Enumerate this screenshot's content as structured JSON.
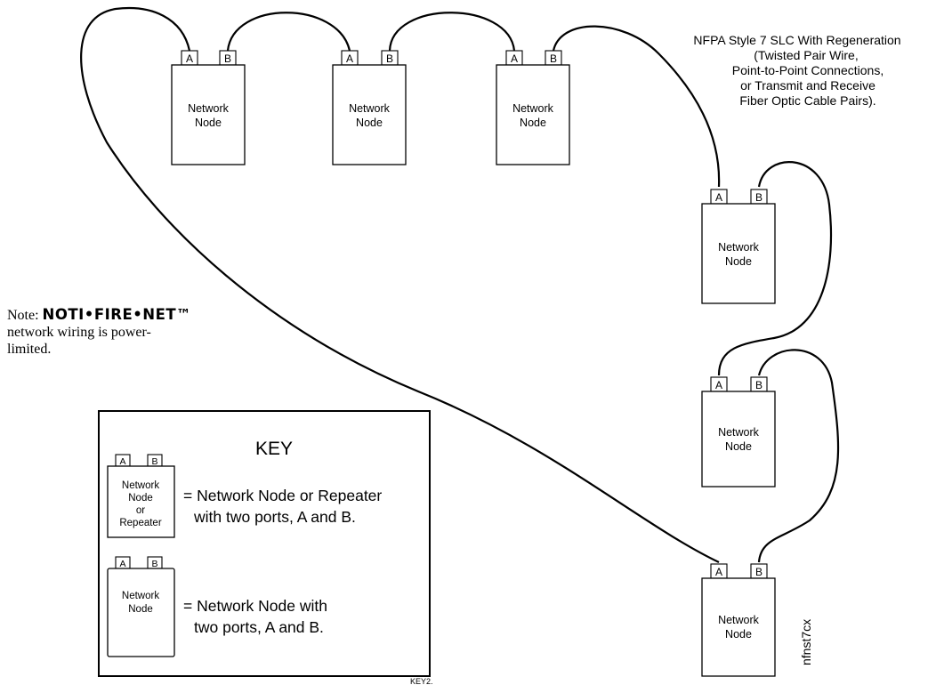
{
  "annotation": {
    "lines": [
      "NFPA Style 7 SLC With Regeneration",
      "(Twisted Pair Wire,",
      "Point-to-Point Connections,",
      "or Transmit and Receive",
      "Fiber Optic Cable Pairs)."
    ]
  },
  "node_label": [
    "Network",
    "Node"
  ],
  "port_a": "A",
  "port_b": "B",
  "note": {
    "prefix": "Note: ",
    "brand": "NOTI•FIRE•NET™",
    "line2": "network wiring is power-",
    "line3": "limited."
  },
  "key": {
    "title": "KEY",
    "item1_box_label": [
      "Network",
      "Node",
      "or",
      "Repeater"
    ],
    "item1_desc": [
      "= Network Node or Repeater",
      "with two ports, A and B."
    ],
    "item2_box_label": [
      "Network",
      "Node"
    ],
    "item2_desc": [
      "= Network Node with",
      "two ports, A and B."
    ],
    "code": "KEY2."
  },
  "figure_code": "nfnst7cx"
}
